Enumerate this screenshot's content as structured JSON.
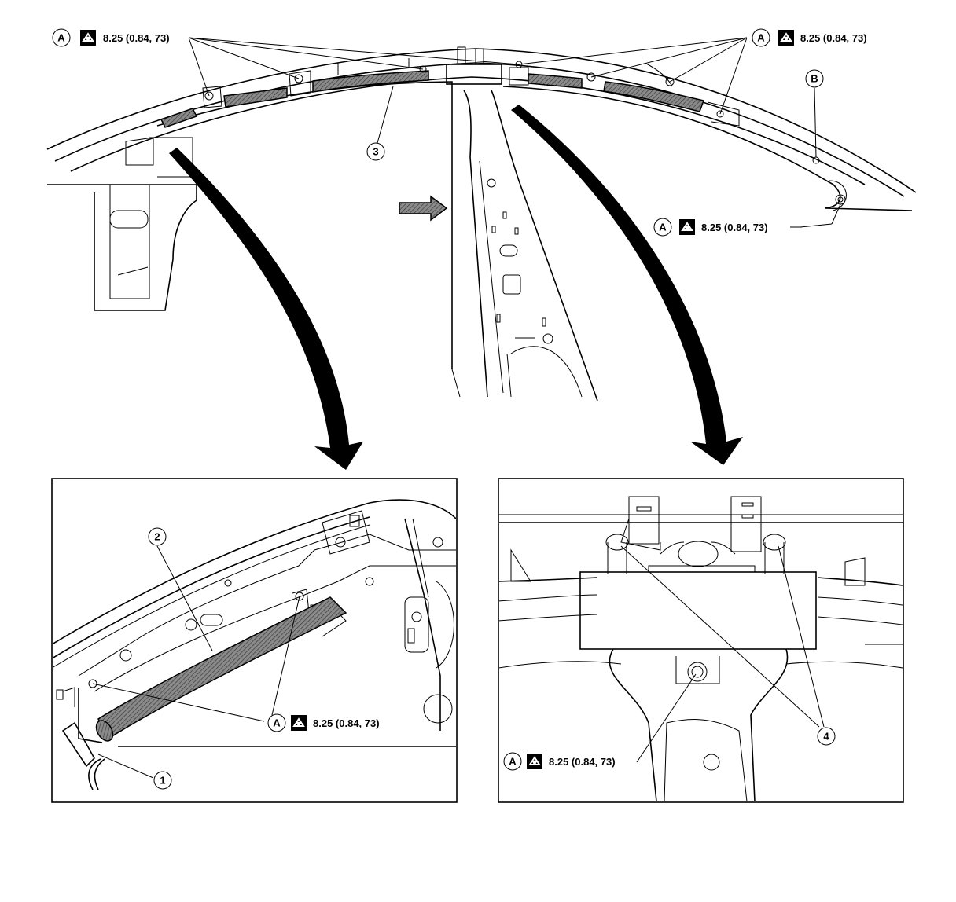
{
  "torque_spec": "8.25 (0.84, 73)",
  "letters": {
    "a": "A",
    "b": "B"
  },
  "callouts": {
    "one": "1",
    "two": "2",
    "three": "3",
    "four": "4"
  },
  "icons": {
    "torque": "torque-wrench-icon",
    "direction": "front-arrow-icon"
  }
}
